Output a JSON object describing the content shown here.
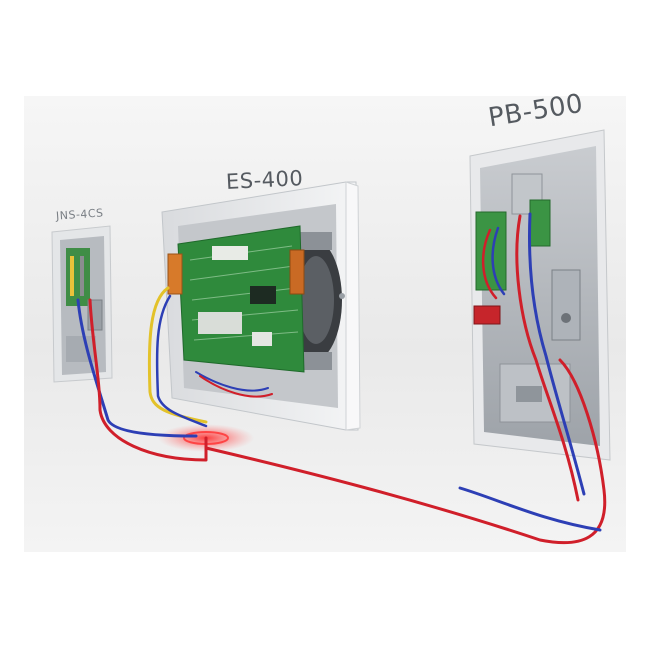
{
  "labels": {
    "left_device": "JNS-4CS",
    "center_device": "ES-400",
    "right_device": "PB-500"
  },
  "colors": {
    "wire_red": "#d01f2a",
    "wire_blue": "#2d3fb5",
    "wire_yellow": "#e3c22a",
    "pcb_green": "#2f8a3c",
    "backdrop": "#efefef"
  }
}
